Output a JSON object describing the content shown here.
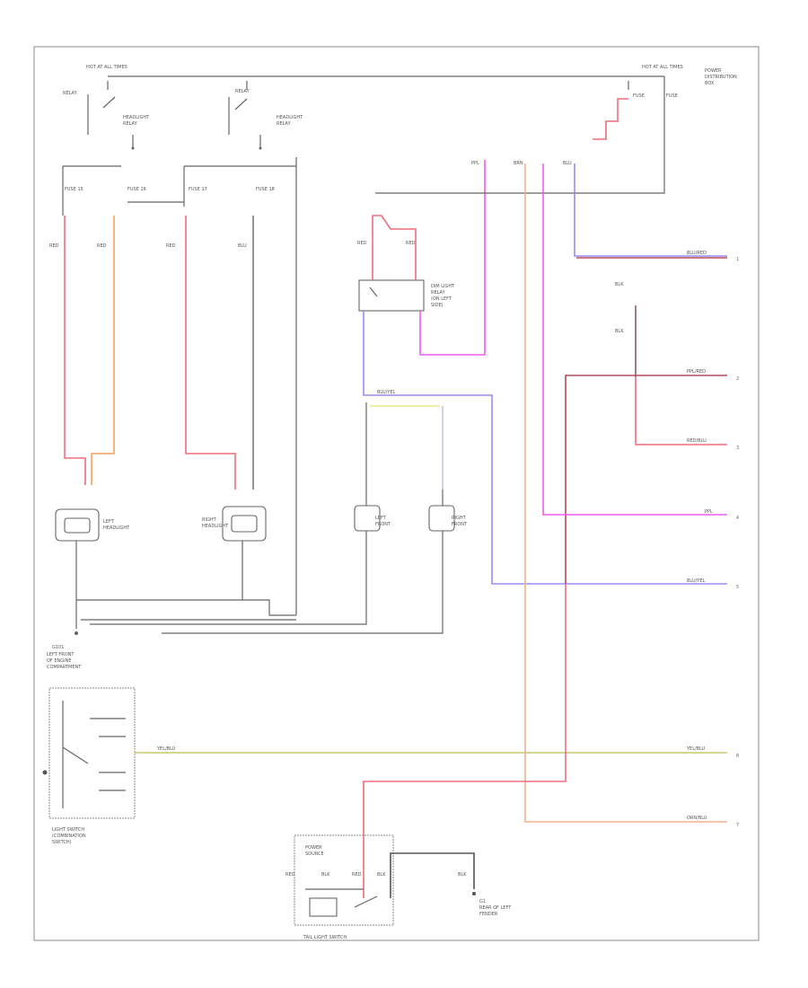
{
  "diagram_id": "",
  "connectors": [
    "1",
    "2",
    "3",
    "4",
    "5",
    "6",
    "7"
  ],
  "colors": {
    "red": "#f26d7d",
    "orange": "#f7a15a",
    "pink": "#f05cf0",
    "violet": "#9a8cf0",
    "olive": "#c7c770",
    "darkred": "#b44b5a",
    "salmon": "#f3b08c",
    "gray": "#7a7a7a"
  }
}
